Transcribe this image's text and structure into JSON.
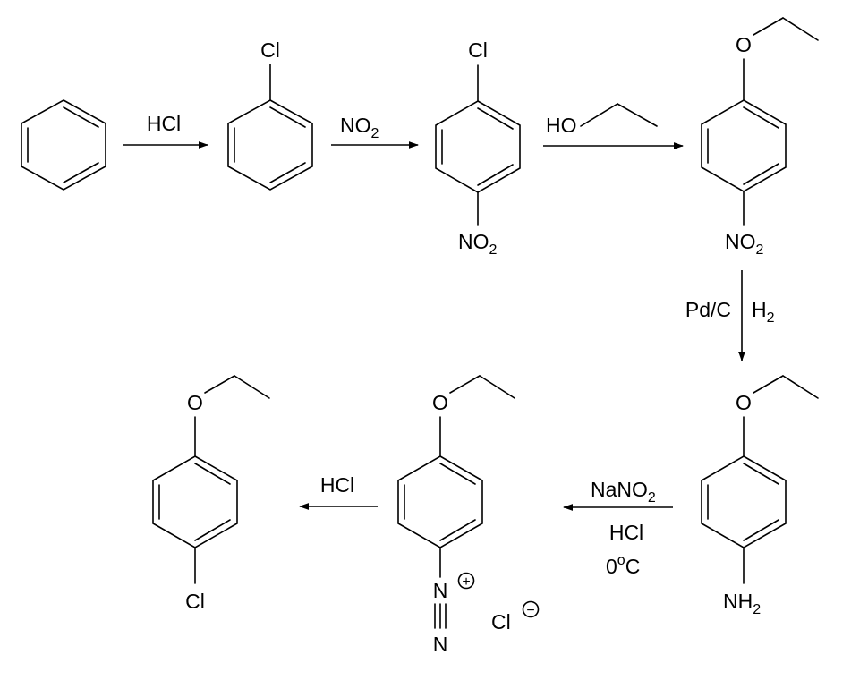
{
  "molecules": {
    "benzene": {},
    "chlorobenzene": {
      "cl": "Cl"
    },
    "chloronitrobenzene": {
      "cl": "Cl",
      "no2_main": "NO",
      "no2_sub": "2"
    },
    "ethoxynitrobenzene": {
      "o": "O",
      "no2_main": "NO",
      "no2_sub": "2"
    },
    "ethoxyaniline": {
      "o": "O",
      "nh2_main": "NH",
      "nh2_sub": "2"
    },
    "diazonium": {
      "o": "O",
      "n1": "N",
      "n2": "N",
      "plus": "+",
      "counterion": "Cl",
      "minus": "−"
    },
    "chloroethoxybenzene": {
      "o": "O",
      "cl": "Cl"
    }
  },
  "steps": {
    "step1": {
      "reagent": "HCl"
    },
    "step2": {
      "reagent_main": "NO",
      "reagent_sub": "2"
    },
    "step3": {
      "reagent_o": "HO"
    },
    "step4": {
      "reagent_left": "Pd/C",
      "reagent_right_main": "H",
      "reagent_right_sub": "2"
    },
    "step5": {
      "line1_main": "NaNO",
      "line1_sub": "2",
      "line2": "HCl",
      "line3_main": "0",
      "line3_sup": "o",
      "line3_tail": "C"
    },
    "step6": {
      "reagent": "HCl"
    }
  }
}
